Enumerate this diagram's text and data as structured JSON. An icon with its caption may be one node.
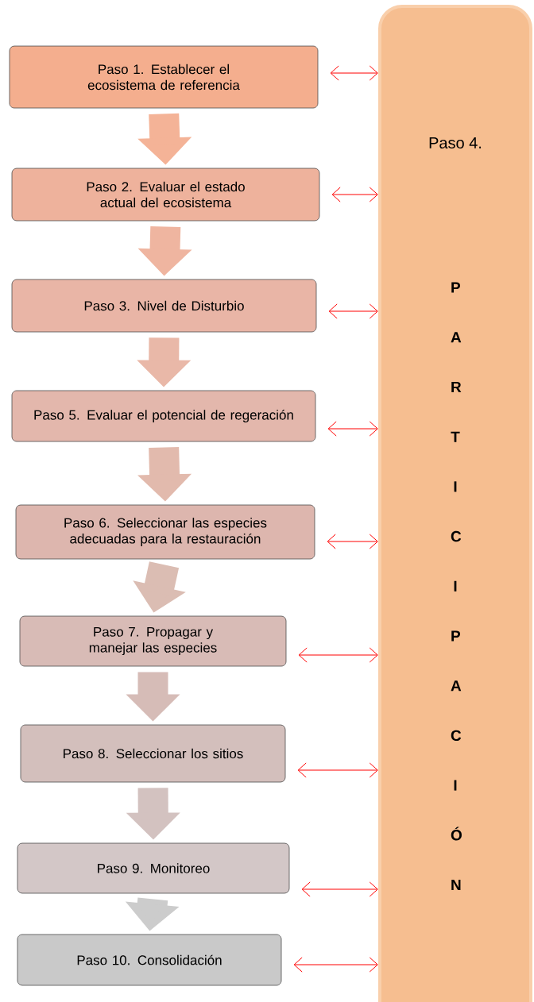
{
  "diagram": {
    "nodes": [
      {
        "text": [
          "Paso 1. Establecer el ecosistema de referencia"
        ]
      },
      {
        "text": [
          "Paso 2. Evaluar el estado actual del ecosistema"
        ]
      },
      {
        "text": [
          "Paso 3. Nivel de Disturbio"
        ]
      },
      {
        "text": [
          "Paso 5. Evaluar el potencial de regeración"
        ]
      },
      {
        "text": [
          "Paso 6. Seleccionar las especies adecuadas para la restauración"
        ]
      },
      {
        "text": [
          "Paso 7. Propagar y manejar las especies"
        ]
      },
      {
        "text": [
          "Paso 8. Seleccionar los sitios"
        ]
      },
      {
        "text": [
          "Paso 9. Monitoreo"
        ]
      },
      {
        "text": [
          "Paso 10. Consolidación"
        ]
      },
      {
        "text": [
          "Paso 4.",
          "P A R T I C I P A C I Ó N"
        ]
      }
    ],
    "edges": [
      {
        "from": 0,
        "to": 1,
        "arrow": "to",
        "style": "thick",
        "color": "#f4b397"
      },
      {
        "from": 1,
        "to": 2,
        "arrow": "to",
        "style": "thick",
        "color": "#efb5a0"
      },
      {
        "from": 2,
        "to": 3,
        "arrow": "to",
        "style": "thick",
        "color": "#e9b8a8"
      },
      {
        "from": 3,
        "to": 4,
        "arrow": "to",
        "style": "thick",
        "color": "#e2baad"
      },
      {
        "from": 4,
        "to": 5,
        "arrow": "to",
        "style": "thick",
        "color": "#dbbdb3"
      },
      {
        "from": 5,
        "to": 6,
        "arrow": "to",
        "style": "thick",
        "color": "#d6bcb7"
      },
      {
        "from": 6,
        "to": 7,
        "arrow": "to",
        "style": "thick",
        "color": "#d3c2c0"
      },
      {
        "from": 7,
        "to": 8,
        "arrow": "to",
        "style": "thick",
        "color": "#cccccc"
      },
      {
        "from": 0,
        "to": 9,
        "arrow": "both",
        "color": "#ff0000"
      },
      {
        "from": 1,
        "to": 9,
        "arrow": "both",
        "color": "#ff0000"
      },
      {
        "from": 2,
        "to": 9,
        "arrow": "both",
        "color": "#ff0000"
      },
      {
        "from": 3,
        "to": 9,
        "arrow": "both",
        "color": "#ff0000"
      },
      {
        "from": 4,
        "to": 9,
        "arrow": "both",
        "color": "#ff0000"
      },
      {
        "from": 5,
        "to": 9,
        "arrow": "both",
        "color": "#ff0000"
      },
      {
        "from": 6,
        "to": 9,
        "arrow": "both",
        "color": "#ff0000"
      },
      {
        "from": 7,
        "to": 9,
        "arrow": "both",
        "color": "#ff0000"
      },
      {
        "from": 8,
        "to": 9,
        "arrow": "both",
        "color": "#ff0000"
      }
    ]
  }
}
